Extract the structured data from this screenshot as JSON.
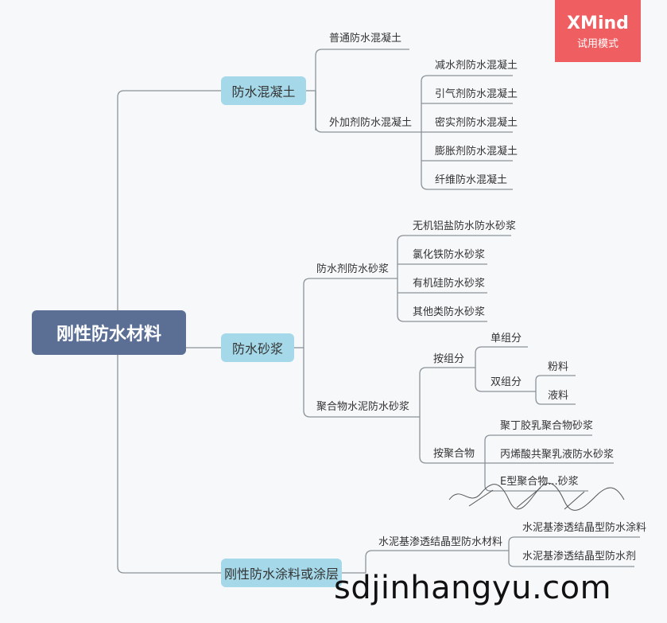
{
  "root": "刚性防水材料",
  "badge": {
    "brand": "XMind",
    "mode": "试用模式"
  },
  "watermark": "sdjinhangyu.com",
  "branches": {
    "b1": {
      "label": "防水混凝土",
      "c1": "普通防水混凝土",
      "c2": {
        "label": "外加剂防水混凝土",
        "items": [
          "减水剂防水混凝土",
          "引气剂防水混凝土",
          "密实剂防水混凝土",
          "膨胀剂防水混凝土",
          "纤维防水混凝土"
        ]
      }
    },
    "b2": {
      "label": "防水砂浆",
      "c1": {
        "label": "防水剂防水砂浆",
        "items": [
          "无机铝盐防水防水砂浆",
          "氯化铁防水砂浆",
          "有机硅防水砂浆",
          "其他类防水砂浆"
        ]
      },
      "c2": {
        "label": "聚合物水泥防水砂浆",
        "g1": {
          "label": "按组分",
          "single": "单组分",
          "double": {
            "label": "双组分",
            "items": [
              "粉料",
              "液料"
            ]
          }
        },
        "g2": {
          "label": "按聚合物",
          "items": [
            "聚丁胶乳聚合物砂浆",
            "丙烯酸共聚乳液防水砂浆",
            "E型聚合物...砂浆"
          ]
        }
      }
    },
    "b3": {
      "label": "刚性防水涂料或涂层",
      "c1": {
        "label": "水泥基渗透结晶型防水材料",
        "items": [
          "水泥基渗透结晶型防水涂料",
          "水泥基渗透结晶型防水剂"
        ]
      }
    }
  }
}
